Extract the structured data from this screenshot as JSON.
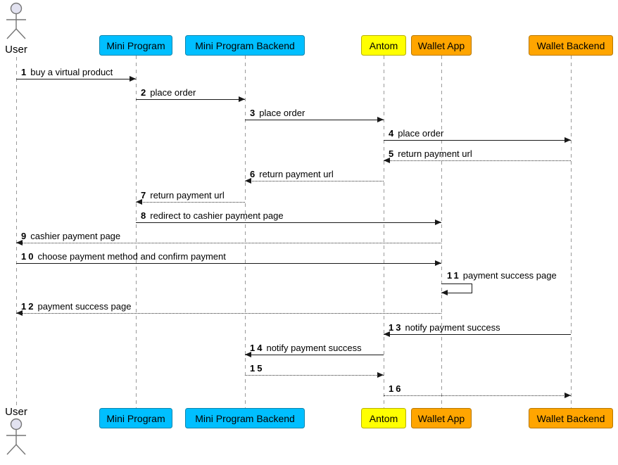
{
  "diagram": {
    "type": "uml-sequence",
    "background": "#FFFFFF",
    "lifeline_color": "#999999",
    "message_line_color": "#181818"
  },
  "actor": {
    "label": "User",
    "head_fill": "#E2E2F0",
    "stroke": "#757575"
  },
  "participants": [
    {
      "id": "mini-program",
      "label": "Mini Program",
      "fill": "#00BFFF",
      "border": "#0a85ad"
    },
    {
      "id": "mini-program-backend",
      "label": "Mini Program Backend",
      "fill": "#00BFFF",
      "border": "#0a85ad"
    },
    {
      "id": "antom",
      "label": "Antom",
      "fill": "#FFFF00",
      "border": "#b8b100"
    },
    {
      "id": "wallet-app",
      "label": "Wallet App",
      "fill": "#FFA500",
      "border": "#b87800"
    },
    {
      "id": "wallet-backend",
      "label": "Wallet Backend",
      "fill": "#FFA500",
      "border": "#b87800"
    }
  ],
  "messages": [
    {
      "num": "1",
      "text": "buy a virtual product",
      "from": "User",
      "to": "Mini Program",
      "line": "solid"
    },
    {
      "num": "2",
      "text": "place order",
      "from": "Mini Program",
      "to": "Mini Program Backend",
      "line": "solid"
    },
    {
      "num": "3",
      "text": "place order",
      "from": "Mini Program Backend",
      "to": "Antom",
      "line": "solid"
    },
    {
      "num": "4",
      "text": "place order",
      "from": "Antom",
      "to": "Wallet Backend",
      "line": "solid"
    },
    {
      "num": "5",
      "text": "return payment url",
      "from": "Wallet Backend",
      "to": "Antom",
      "line": "dotted"
    },
    {
      "num": "6",
      "text": "return payment url",
      "from": "Antom",
      "to": "Mini Program Backend",
      "line": "dotted"
    },
    {
      "num": "7",
      "text": "return payment url",
      "from": "Mini Program Backend",
      "to": "Mini Program",
      "line": "dotted"
    },
    {
      "num": "8",
      "text": "redirect to cashier payment page",
      "from": "Mini Program",
      "to": "Wallet App",
      "line": "solid"
    },
    {
      "num": "9",
      "text": "cashier payment page",
      "from": "Wallet App",
      "to": "User",
      "line": "dotted"
    },
    {
      "num": "10",
      "text": "choose payment method and confirm payment",
      "from": "User",
      "to": "Wallet App",
      "line": "solid"
    },
    {
      "num": "11",
      "text": "payment success page",
      "from": "Wallet App",
      "to": "Wallet App",
      "line": "solid-self"
    },
    {
      "num": "12",
      "text": "payment success page",
      "from": "Wallet App",
      "to": "User",
      "line": "dotted"
    },
    {
      "num": "13",
      "text": "notify payment success",
      "from": "Wallet Backend",
      "to": "Antom",
      "line": "solid"
    },
    {
      "num": "14",
      "text": "notify payment success",
      "from": "Antom",
      "to": "Mini Program Backend",
      "line": "solid"
    },
    {
      "num": "15",
      "text": "",
      "from": "Mini Program Backend",
      "to": "Antom",
      "line": "dotted"
    },
    {
      "num": "16",
      "text": "",
      "from": "Antom",
      "to": "Wallet Backend",
      "line": "dotted"
    }
  ]
}
